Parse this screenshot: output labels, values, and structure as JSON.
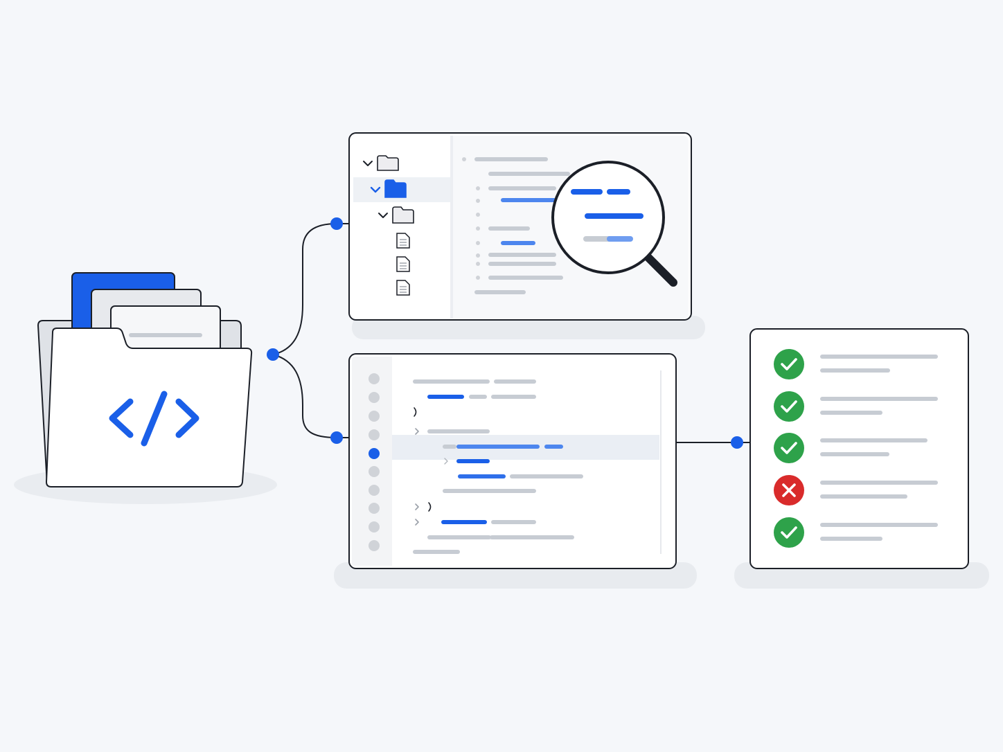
{
  "colors": {
    "background": "#f5f7fa",
    "accent_blue": "#1a5fe8",
    "outline": "#1b1f27",
    "panel_fill": "#ffffff",
    "panel_shadow": "#e6e9ee",
    "gutter_fill": "#f3f4f6",
    "highlight_row": "#eaeef4",
    "placeholder_gray": "#c7ccd3",
    "dot_gray": "#d0d3d8",
    "success_green": "#2ea24a",
    "error_red": "#d92b2b"
  },
  "source_folder": {
    "icon": "code-folder-icon",
    "glyph": "</>"
  },
  "file_explorer": {
    "tree_nodes": [
      {
        "type": "folder",
        "expanded": true,
        "selected": false,
        "depth": 0
      },
      {
        "type": "folder",
        "expanded": true,
        "selected": true,
        "depth": 1
      },
      {
        "type": "folder",
        "expanded": true,
        "selected": false,
        "depth": 2
      },
      {
        "type": "file",
        "depth": 3
      },
      {
        "type": "file",
        "depth": 3
      },
      {
        "type": "file",
        "depth": 3
      }
    ],
    "magnifier_icon": "magnifying-glass-icon"
  },
  "code_editor": {
    "gutter_markers": 10,
    "active_marker_index": 4
  },
  "results_panel": {
    "results": [
      {
        "status": "pass",
        "icon": "check-icon"
      },
      {
        "status": "pass",
        "icon": "check-icon"
      },
      {
        "status": "pass",
        "icon": "check-icon"
      },
      {
        "status": "fail",
        "icon": "x-icon"
      },
      {
        "status": "pass",
        "icon": "check-icon"
      }
    ]
  }
}
